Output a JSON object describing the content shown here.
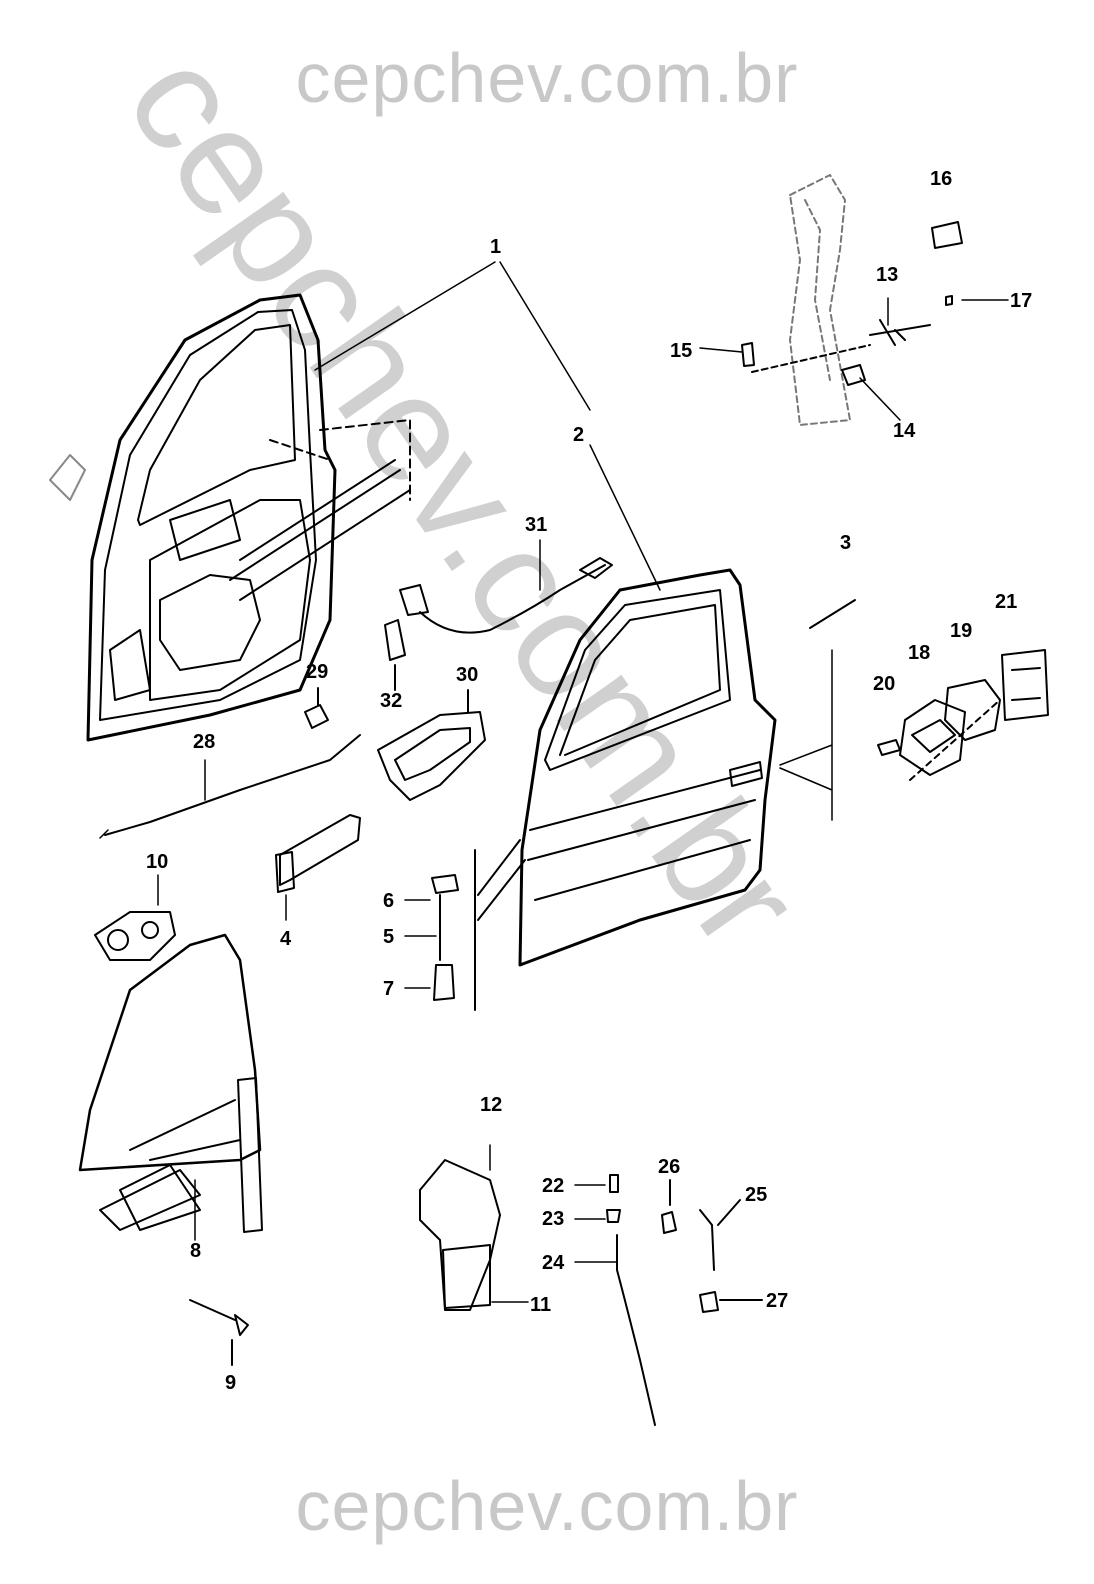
{
  "watermark": {
    "top": "cepchev.com.br",
    "diagonal": "cepchev.com.br",
    "bottom": "cepchev.com.br"
  },
  "callouts": [
    "1",
    "2",
    "3",
    "4",
    "5",
    "6",
    "7",
    "8",
    "9",
    "10",
    "11",
    "12",
    "13",
    "14",
    "15",
    "16",
    "17",
    "18",
    "19",
    "20",
    "21",
    "22",
    "23",
    "24",
    "25",
    "26",
    "27",
    "28",
    "29",
    "30",
    "31",
    "32"
  ],
  "colors": {
    "line": "#000000",
    "watermark": "#c8c8c8"
  }
}
